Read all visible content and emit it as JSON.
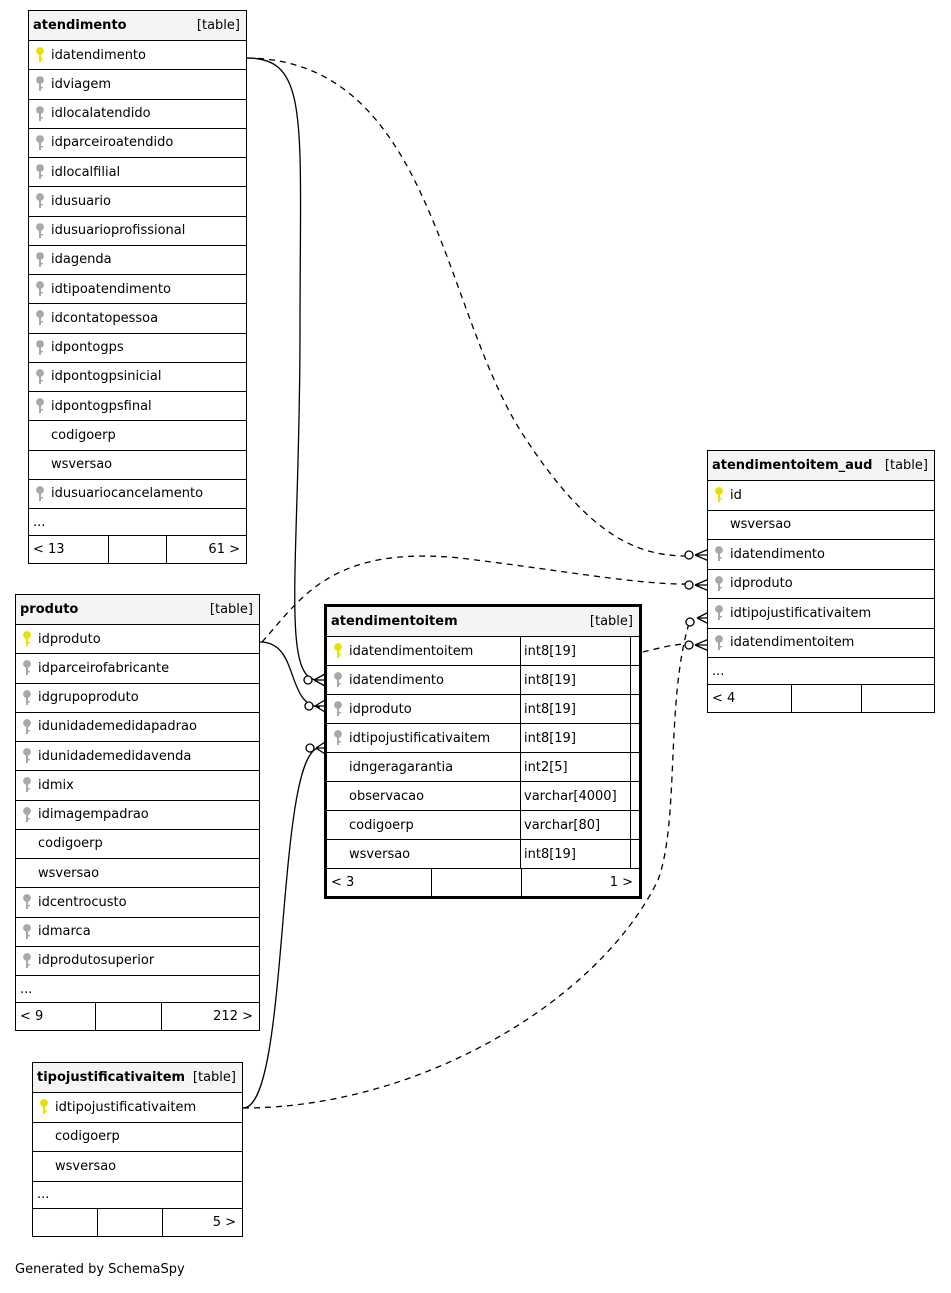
{
  "tables": [
    {
      "id": "atendimento",
      "name": "atendimento",
      "tag": "[table]",
      "columns": [
        {
          "name": "idatendimento",
          "key": "primary"
        },
        {
          "name": "idviagem",
          "key": "foreign"
        },
        {
          "name": "idlocalatendido",
          "key": "foreign"
        },
        {
          "name": "idparceiroatendido",
          "key": "foreign"
        },
        {
          "name": "idlocalfilial",
          "key": "foreign"
        },
        {
          "name": "idusuario",
          "key": "foreign"
        },
        {
          "name": "idusuarioprofissional",
          "key": "foreign"
        },
        {
          "name": "idagenda",
          "key": "foreign"
        },
        {
          "name": "idtipoatendimento",
          "key": "foreign"
        },
        {
          "name": "idcontatopessoa",
          "key": "foreign"
        },
        {
          "name": "idpontogps",
          "key": "foreign"
        },
        {
          "name": "idpontogpsinicial",
          "key": "foreign"
        },
        {
          "name": "idpontogpsfinal",
          "key": "foreign"
        },
        {
          "name": "codigoerp",
          "key": "none"
        },
        {
          "name": "wsversao",
          "key": "none"
        },
        {
          "name": "idusuariocancelamento",
          "key": "foreign"
        }
      ],
      "more": "...",
      "footer": [
        "< 13",
        "",
        "61 >"
      ]
    },
    {
      "id": "produto",
      "name": "produto",
      "tag": "[table]",
      "columns": [
        {
          "name": "idproduto",
          "key": "primary"
        },
        {
          "name": "idparceirofabricante",
          "key": "foreign"
        },
        {
          "name": "idgrupoproduto",
          "key": "foreign"
        },
        {
          "name": "idunidademedidapadrao",
          "key": "foreign"
        },
        {
          "name": "idunidademedidavenda",
          "key": "foreign"
        },
        {
          "name": "idmix",
          "key": "foreign"
        },
        {
          "name": "idimagempadrao",
          "key": "foreign"
        },
        {
          "name": "codigoerp",
          "key": "none"
        },
        {
          "name": "wsversao",
          "key": "none"
        },
        {
          "name": "idcentrocusto",
          "key": "foreign"
        },
        {
          "name": "idmarca",
          "key": "foreign"
        },
        {
          "name": "idprodutosuperior",
          "key": "foreign"
        }
      ],
      "more": "...",
      "footer": [
        "< 9",
        "",
        "212 >"
      ]
    },
    {
      "id": "atendimentoitem",
      "name": "atendimentoitem",
      "tag": "[table]",
      "columns": [
        {
          "name": "idatendimentoitem",
          "key": "primary",
          "type": "int8[19]"
        },
        {
          "name": "idatendimento",
          "key": "foreign",
          "type": "int8[19]"
        },
        {
          "name": "idproduto",
          "key": "foreign",
          "type": "int8[19]"
        },
        {
          "name": "idtipojustificativaitem",
          "key": "foreign",
          "type": "int8[19]"
        },
        {
          "name": "idngeragarantia",
          "key": "none",
          "type": "int2[5]"
        },
        {
          "name": "observacao",
          "key": "none",
          "type": "varchar[4000]"
        },
        {
          "name": "codigoerp",
          "key": "none",
          "type": "varchar[80]"
        },
        {
          "name": "wsversao",
          "key": "none",
          "type": "int8[19]"
        }
      ],
      "footer": [
        "< 3",
        "",
        "1 >"
      ]
    },
    {
      "id": "atendimentoitem_aud",
      "name": "atendimentoitem_aud",
      "tag": "[table]",
      "columns": [
        {
          "name": "id",
          "key": "primary"
        },
        {
          "name": "wsversao",
          "key": "none"
        },
        {
          "name": "idatendimento",
          "key": "foreign"
        },
        {
          "name": "idproduto",
          "key": "foreign"
        },
        {
          "name": "idtipojustificativaitem",
          "key": "foreign"
        },
        {
          "name": "idatendimentoitem",
          "key": "foreign"
        }
      ],
      "more": "...",
      "footer": [
        "< 4",
        "",
        ""
      ]
    },
    {
      "id": "tipojustificativaitem",
      "name": "tipojustificativaitem",
      "tag": "[table]",
      "columns": [
        {
          "name": "idtipojustificativaitem",
          "key": "primary"
        },
        {
          "name": "codigoerp",
          "key": "none"
        },
        {
          "name": "wsversao",
          "key": "none"
        }
      ],
      "more": "...",
      "footer": [
        "",
        "",
        "5 >"
      ]
    }
  ],
  "relations": [
    {
      "from": "atendimento.idatendimento",
      "to": "atendimentoitem.idatendimento",
      "style": "solid"
    },
    {
      "from": "produto.idproduto",
      "to": "atendimentoitem.idproduto",
      "style": "solid"
    },
    {
      "from": "tipojustificativaitem.idtipojustificativaitem",
      "to": "atendimentoitem.idtipojustificativaitem",
      "style": "solid"
    },
    {
      "from": "atendimento.idatendimento",
      "to": "atendimentoitem_aud.idatendimento",
      "style": "dashed"
    },
    {
      "from": "produto.idproduto",
      "to": "atendimentoitem_aud.idproduto",
      "style": "dashed"
    },
    {
      "from": "tipojustificativaitem.idtipojustificativaitem",
      "to": "atendimentoitem_aud.idtipojustificativaitem",
      "style": "dashed"
    },
    {
      "from": "atendimentoitem.idatendimentoitem",
      "to": "atendimentoitem_aud.idatendimentoitem",
      "style": "dashed"
    }
  ],
  "colors": {
    "primary_key": "#e8e000",
    "foreign_key": "#a8a8a8",
    "header_bg": "#f4f4f4"
  },
  "generated_by": "Generated by SchemaSpy"
}
